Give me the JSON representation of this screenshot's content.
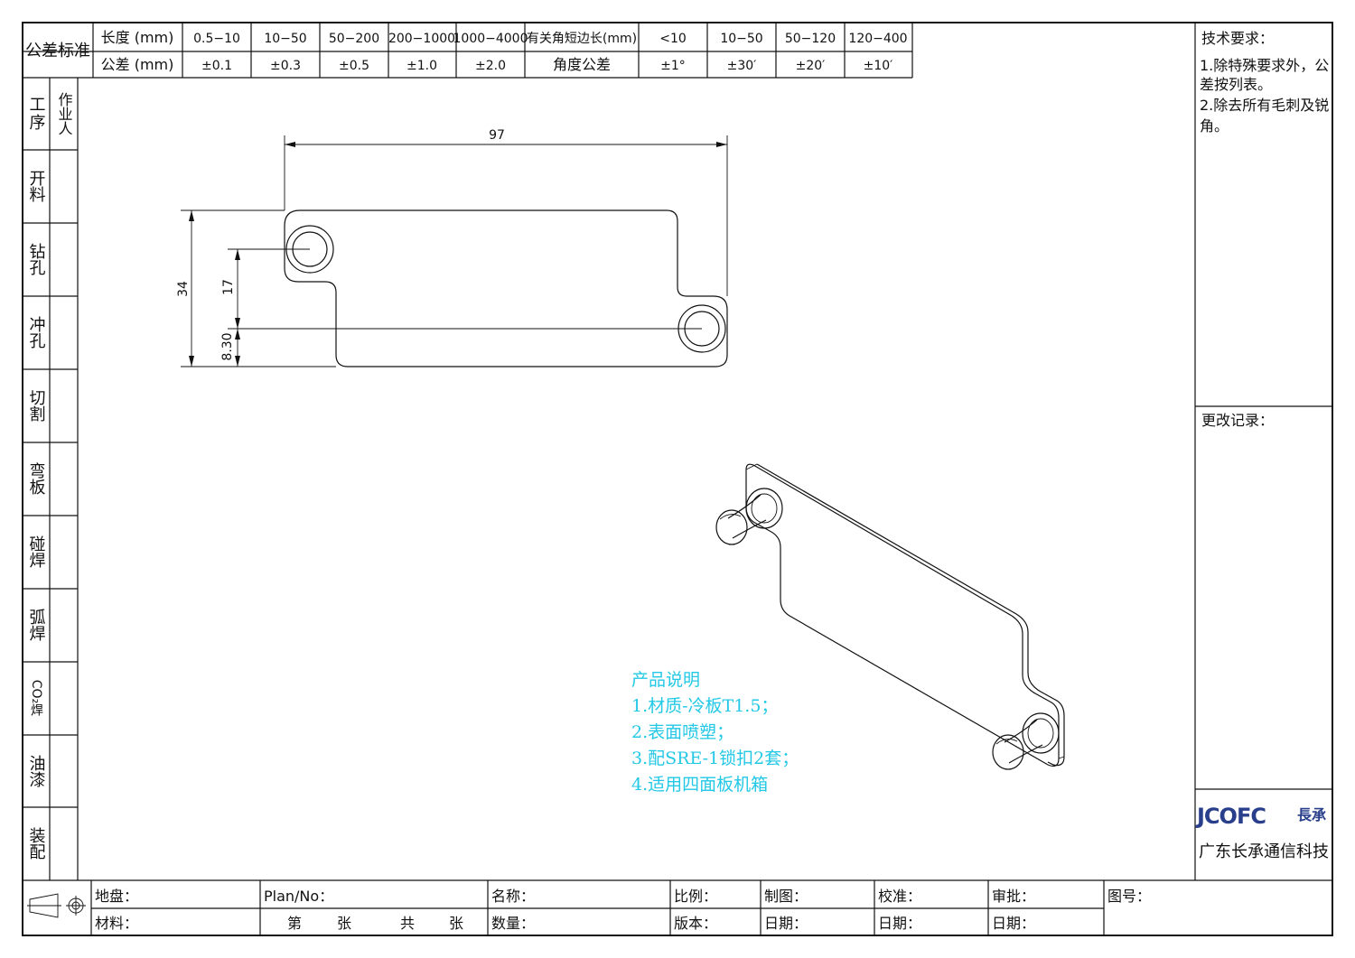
{
  "tolerance_table": {
    "title": "公差标准",
    "row1_header": "长度 (mm)",
    "row2_header": "公差 (mm)",
    "length_ranges": [
      "0.5−10",
      "10−50",
      "50−200",
      "200−1000",
      "1000−4000"
    ],
    "length_tolerances": [
      "±0.1",
      "±0.3",
      "±0.5",
      "±1.0",
      "±2.0"
    ],
    "angle_header": "有关角短边长(mm)",
    "angle_tol_header": "角度公差",
    "angle_ranges": [
      "<10",
      "10−50",
      "50−120",
      "120−400"
    ],
    "angle_tolerances": [
      "±1°",
      "±30′",
      "±20′",
      "±10′"
    ]
  },
  "process_column": {
    "header_a": "工序",
    "header_b": "作业人",
    "steps": [
      "开料",
      "钻孔",
      "冲孔",
      "切割",
      "弯板",
      "碰焊",
      "弧焊",
      "CO₂焊",
      "油漆",
      "装配"
    ]
  },
  "tech_requirements": {
    "title": "技术要求：",
    "lines": [
      "1.除特殊要求外，公",
      "差按列表。",
      "2.除去所有毛刺及锐",
      "角。"
    ]
  },
  "change_record": {
    "title": "更改记录："
  },
  "company": {
    "logo_text": "JCOFC",
    "logo_chinese": "長承",
    "name": "广东长承通信科技"
  },
  "drawing": {
    "dim_width": "97",
    "dim_height": "34",
    "dim_hole_offset": "17",
    "dim_hole_edge": "8.30"
  },
  "product_note": {
    "title": "产品说明",
    "lines": [
      "1.材质-冷板T1.5；",
      "2.表面喷塑；",
      "3.配SRE-1锁扣2套；",
      "4.适用四面板机箱"
    ]
  },
  "title_block": {
    "chassis": "地盘：",
    "material": "材料：",
    "plan_no": "Plan/No：",
    "sheet_no": "第",
    "sheet_zhang1": "张",
    "sheet_total": "共",
    "sheet_zhang2": "张",
    "name": "名称：",
    "quantity": "数量：",
    "scale": "比例：",
    "version": "版本：",
    "drawn": "制图：",
    "drawn_date": "日期：",
    "checked": "校准：",
    "checked_date": "日期：",
    "approved": "审批：",
    "approved_date": "日期：",
    "drawing_no": "图号："
  }
}
